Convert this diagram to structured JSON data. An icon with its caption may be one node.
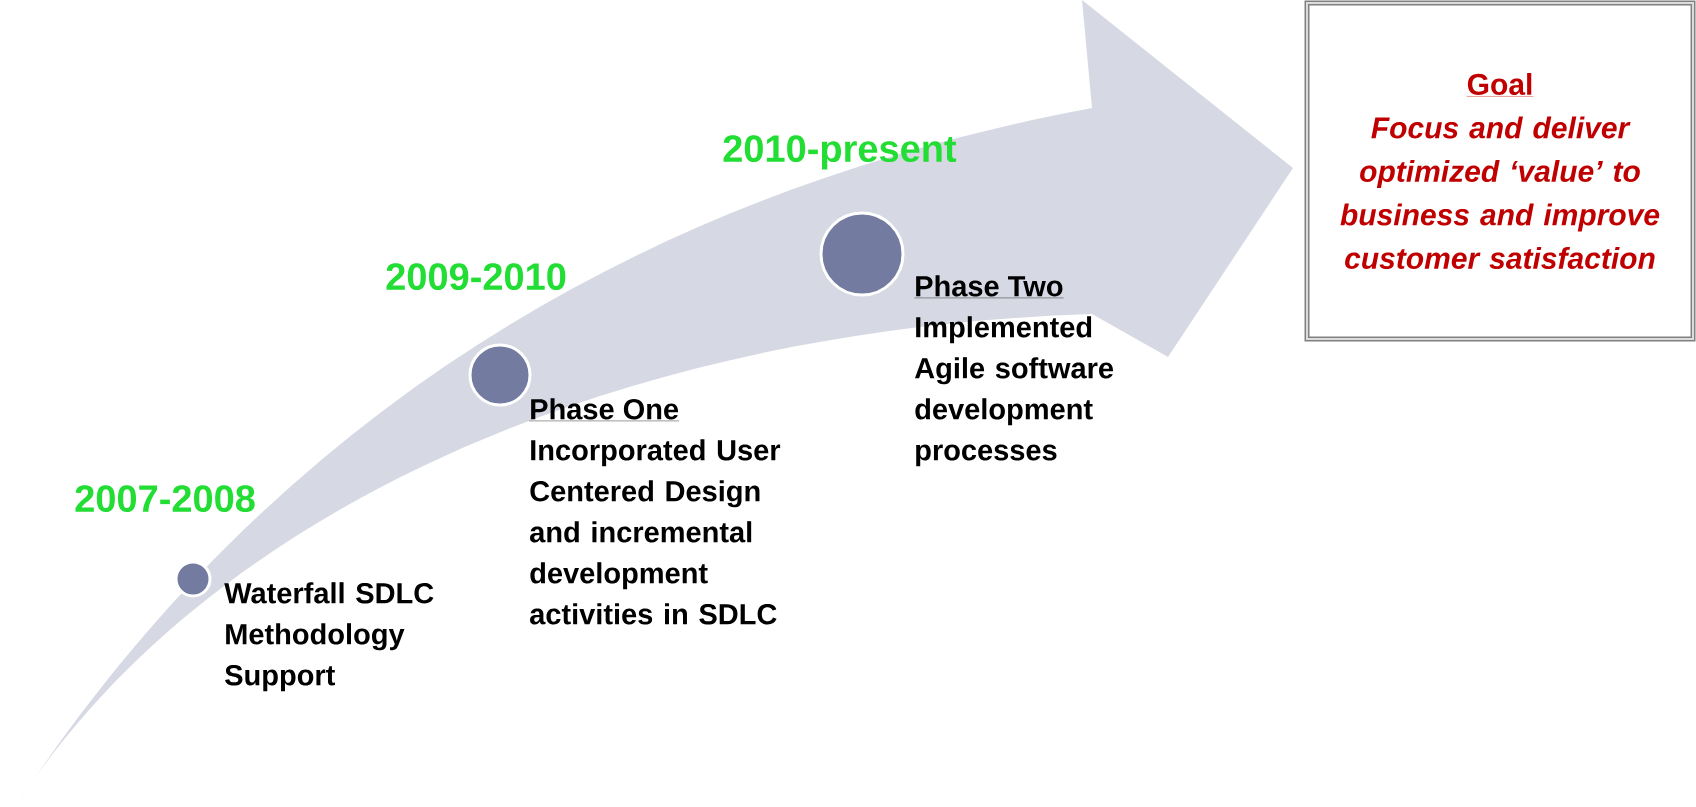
{
  "diagram": {
    "nodes": [
      {
        "text": [],
        "shape": "circle",
        "beside": [
          "2007-2008",
          "Waterfall SDLC Methodology Support"
        ]
      },
      {
        "text": [],
        "shape": "circle",
        "beside": [
          "2009-2010",
          "Phase One",
          "Incorporated User Centered Design and incremental development activities in SDLC"
        ]
      },
      {
        "text": [],
        "shape": "circle",
        "beside": [
          "2010-present",
          "Phase Two",
          "Implemented Agile software development processes"
        ]
      },
      {
        "text": [
          "Goal",
          "Focus and deliver optimized ‘value’ to business and improve customer satisfaction"
        ]
      }
    ]
  }
}
